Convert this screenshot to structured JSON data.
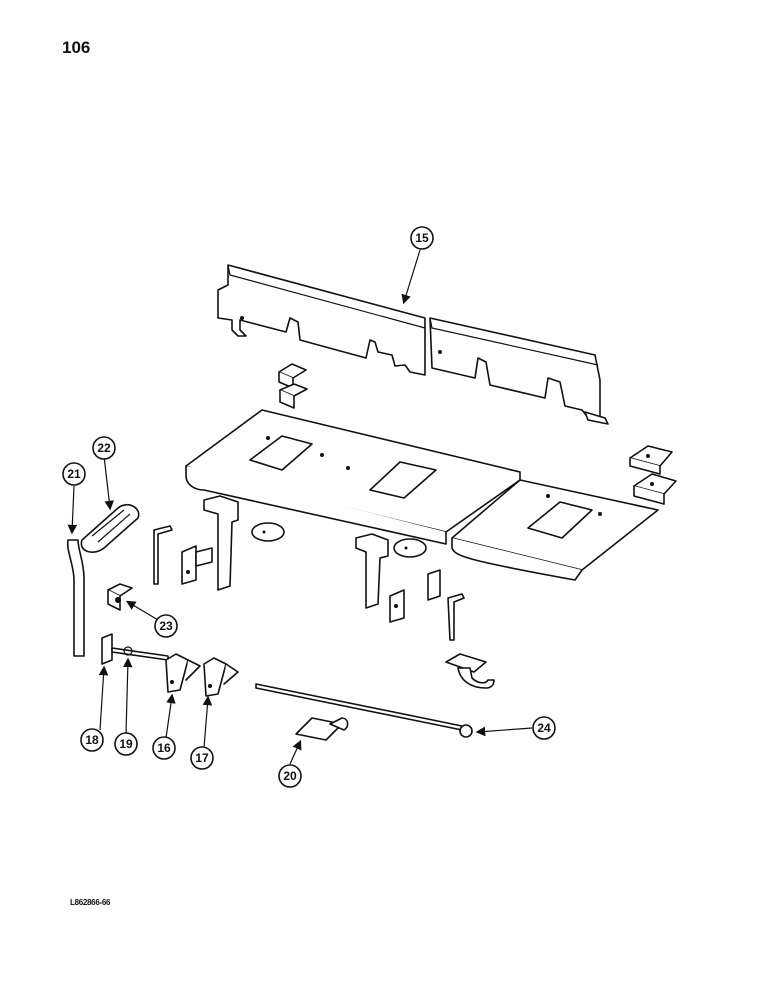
{
  "page": {
    "number": "106",
    "figure_code": "L862866-66"
  },
  "callouts": {
    "c15": "15",
    "c16": "16",
    "c17": "17",
    "c18": "18",
    "c19": "19",
    "c20": "20",
    "c21": "21",
    "c22": "22",
    "c23": "23",
    "c24": "24"
  }
}
